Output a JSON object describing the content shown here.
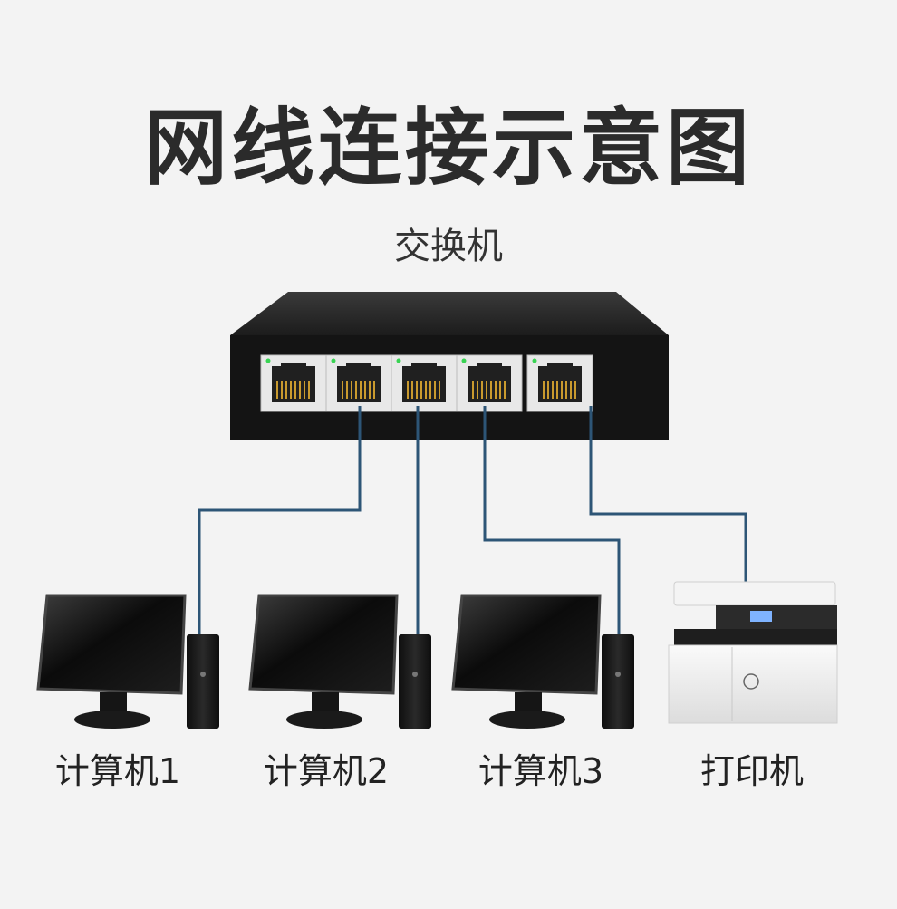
{
  "title": "网线连接示意图",
  "switch": {
    "label": "交换机",
    "body_color": "#141414",
    "port_count": 5
  },
  "devices": [
    {
      "id": "computer-1",
      "label": "计算机1",
      "type": "computer"
    },
    {
      "id": "computer-2",
      "label": "计算机2",
      "type": "computer"
    },
    {
      "id": "computer-3",
      "label": "计算机3",
      "type": "computer"
    },
    {
      "id": "printer",
      "label": "打印机",
      "type": "printer"
    }
  ],
  "cable_color": "#2d5576"
}
